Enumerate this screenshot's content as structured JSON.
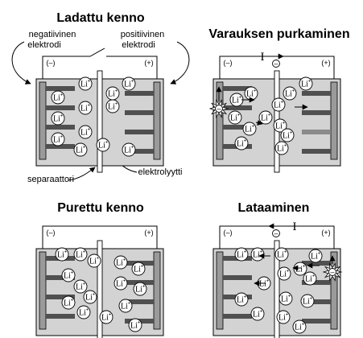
{
  "panels": {
    "charged": {
      "title": "Ladattu kenno",
      "neg_label": "(–)",
      "pos_label": "(+)"
    },
    "discharging": {
      "title": "Varauksen purkaminen",
      "neg_label": "(–)",
      "pos_label": "(+)",
      "current_symbol": "I"
    },
    "discharged": {
      "title": "Purettu kenno",
      "neg_label": "(–)",
      "pos_label": "(+)"
    },
    "charging": {
      "title": "Lataaminen",
      "neg_label": "(–)",
      "pos_label": "(+)",
      "current_symbol": "I"
    }
  },
  "labels": {
    "negative_electrode": [
      "negatiivinen",
      "elektrodi"
    ],
    "positive_electrode": [
      "positiivinen",
      "elektrodi"
    ],
    "separator": "separaattori",
    "electrolyte": "elektrolyytti"
  },
  "ion": {
    "base": "Li",
    "charge": "+"
  },
  "electron_symbol": "–",
  "colors": {
    "cell_fill": "#d3d3d3",
    "electrode_fill": "#9a9a9a",
    "plate_fill": "#505050",
    "line": "#000000"
  }
}
